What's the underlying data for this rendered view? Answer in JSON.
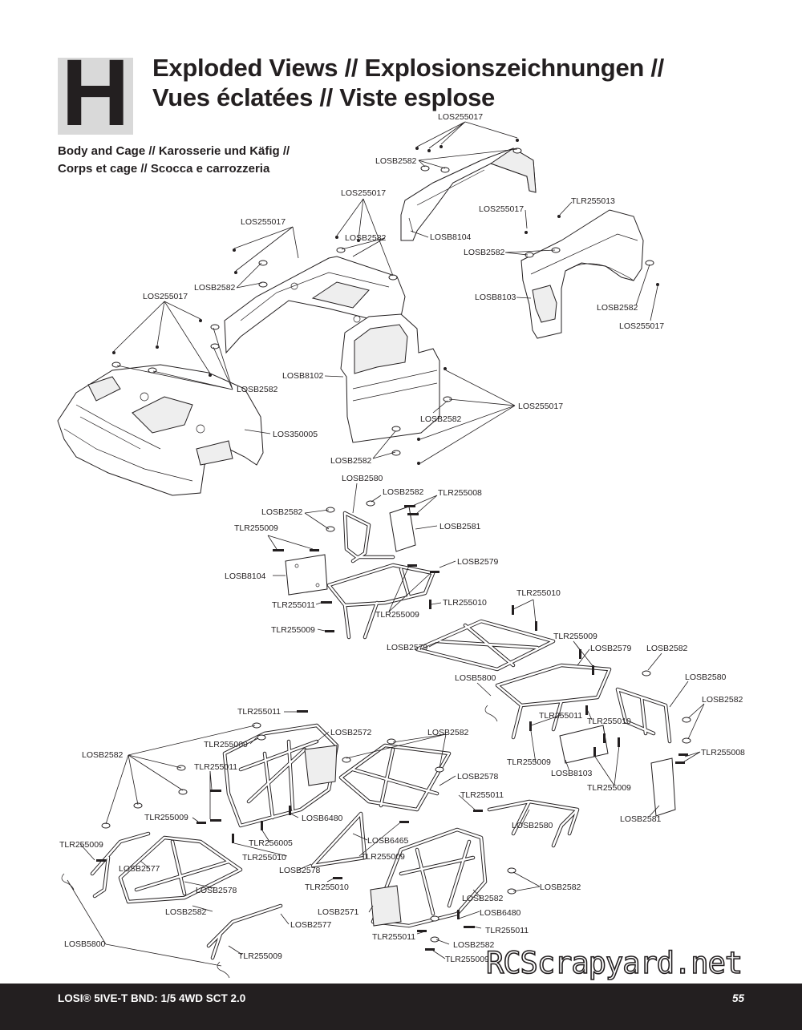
{
  "section_letter": "H",
  "title_line_1": "Exploded Views // Explosionszeichnungen //",
  "title_line_2": "Vues éclatées // Viste esplose",
  "subtitle_line_1": "Body and Cage // Karosserie und Käfig //",
  "subtitle_line_2": "Corps et cage // Scocca e carrozzeria",
  "callouts": [
    "LOS255017",
    "LOSB2582",
    "LOS255017",
    "TLR255013",
    "LOSB8104",
    "LOS255017",
    "LOSB2582",
    "LOS255017",
    "LOSB2582",
    "LOSB2582",
    "LOSB8103",
    "LOS255017",
    "LOSB2582",
    "LOS255017",
    "LOSB2582",
    "LOSB8102",
    "LOS255017",
    "LOSB2582",
    "LOS350005",
    "LOSB2582",
    "LOSB2580",
    "LOSB2582",
    "TLR255008",
    "LOSB2582",
    "LOSB2581",
    "TLR255009",
    "LOSB8104",
    "LOSB2579",
    "TLR255011",
    "TLR255010",
    "TLR255009",
    "TLR255010",
    "TLR255009",
    "LOSB2579",
    "TLR255009",
    "LOSB2579",
    "LOSB2582",
    "LOSB5800",
    "LOSB2580",
    "LOSB2582",
    "TLR255011",
    "TLR255010",
    "TLR255011",
    "LOSB2572",
    "LOSB2582",
    "TLR255009",
    "TLR255009",
    "LOSB8103",
    "TLR255008",
    "LOSB2582",
    "TLR255011",
    "LOSB2578",
    "TLR255009",
    "TLR255011",
    "LOSB2580",
    "LOSB2581",
    "TLR255009",
    "LOSB6480",
    "TLR256005",
    "LOSB6465",
    "TLR255009",
    "TLR255010",
    "LOSB2577",
    "LOSB2578",
    "TLR255009",
    "LOSB2578",
    "TLR255010",
    "LOSB2582",
    "LOSB2582",
    "LOSB2571",
    "LOSB6480",
    "LOSB2582",
    "LOSB2577",
    "TLR255011",
    "TLR255011",
    "LOSB5800",
    "LOSB2582",
    "TLR255009",
    "TLR255009"
  ],
  "watermark": "RCScrapyard.net",
  "footer": {
    "model": "LOSI® 5IVE-T BND: 1/5 4WD SCT 2.0",
    "page_number": "55"
  },
  "colors": {
    "ink": "#231f20",
    "header_block": "#d9d9d9",
    "footer_bar": "#231f20",
    "paper": "#ffffff"
  }
}
